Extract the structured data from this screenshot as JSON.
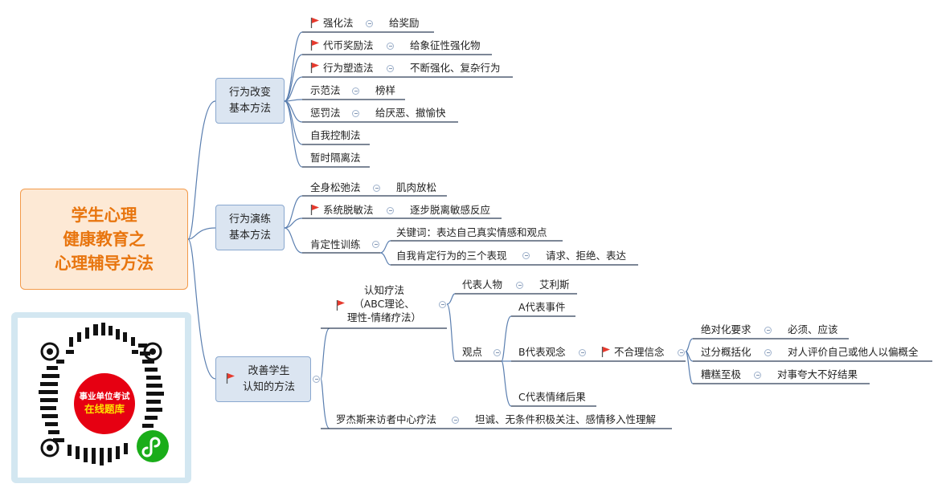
{
  "root": {
    "title": "学生心理\n健康教育之\n心理辅导方法"
  },
  "branches": {
    "b1": {
      "label": "行为改变\n基本方法",
      "items": {
        "i1": {
          "label": "强化法",
          "detail": "给奖励"
        },
        "i2": {
          "label": "代币奖励法",
          "detail": "给象征性强化物"
        },
        "i3": {
          "label": "行为塑造法",
          "detail": "不断强化、复杂行为"
        },
        "i4": {
          "label": "示范法",
          "detail": "榜样"
        },
        "i5": {
          "label": "惩罚法",
          "detail": "给厌恶、撤愉快"
        },
        "i6": {
          "label": "自我控制法"
        },
        "i7": {
          "label": "暂时隔离法"
        }
      }
    },
    "b2": {
      "label": "行为演练\n基本方法",
      "items": {
        "i1": {
          "label": "全身松弛法",
          "detail": "肌肉放松"
        },
        "i2": {
          "label": "系统脱敏法",
          "detail": "逐步脱离敏感反应"
        },
        "i3": {
          "label": "肯定性训练",
          "c1": "关键词：表达自己真实情感和观点",
          "c2": "自我肯定行为的三个表现",
          "c2_detail": "请求、拒绝、表达"
        }
      }
    },
    "b3": {
      "label": "改善学生\n认知的方法",
      "cog": {
        "label": "认知疗法\n（ABC理论、\n理性-情绪疗法）",
        "rep": {
          "label": "代表人物",
          "detail": "艾利斯"
        },
        "view": {
          "label": "观点",
          "a": "A代表事件",
          "b": "B代表观念",
          "c": "C代表情绪后果",
          "irr": {
            "label": "不合理信念",
            "k1": {
              "label": "绝对化要求",
              "detail": "必须、应该"
            },
            "k2": {
              "label": "过分概括化",
              "detail": "对人评价自己或他人以偏概全"
            },
            "k3": {
              "label": "糟糕至极",
              "detail": "对事夸大不好结果"
            }
          }
        }
      },
      "rogers": {
        "label": "罗杰斯来访者中心疗法",
        "detail": "坦诚、无条件积极关注、感情移入性理解"
      }
    }
  },
  "promo": {
    "line1": "事业单位考试",
    "line2": "在线题库"
  },
  "colors": {
    "flag": "#e63a2e",
    "root_text": "#e8750e",
    "root_fill": "#fde9d5",
    "branch_fill": "#dbe5f1",
    "line": "#2d3e57",
    "link": "#5b7fb0"
  }
}
